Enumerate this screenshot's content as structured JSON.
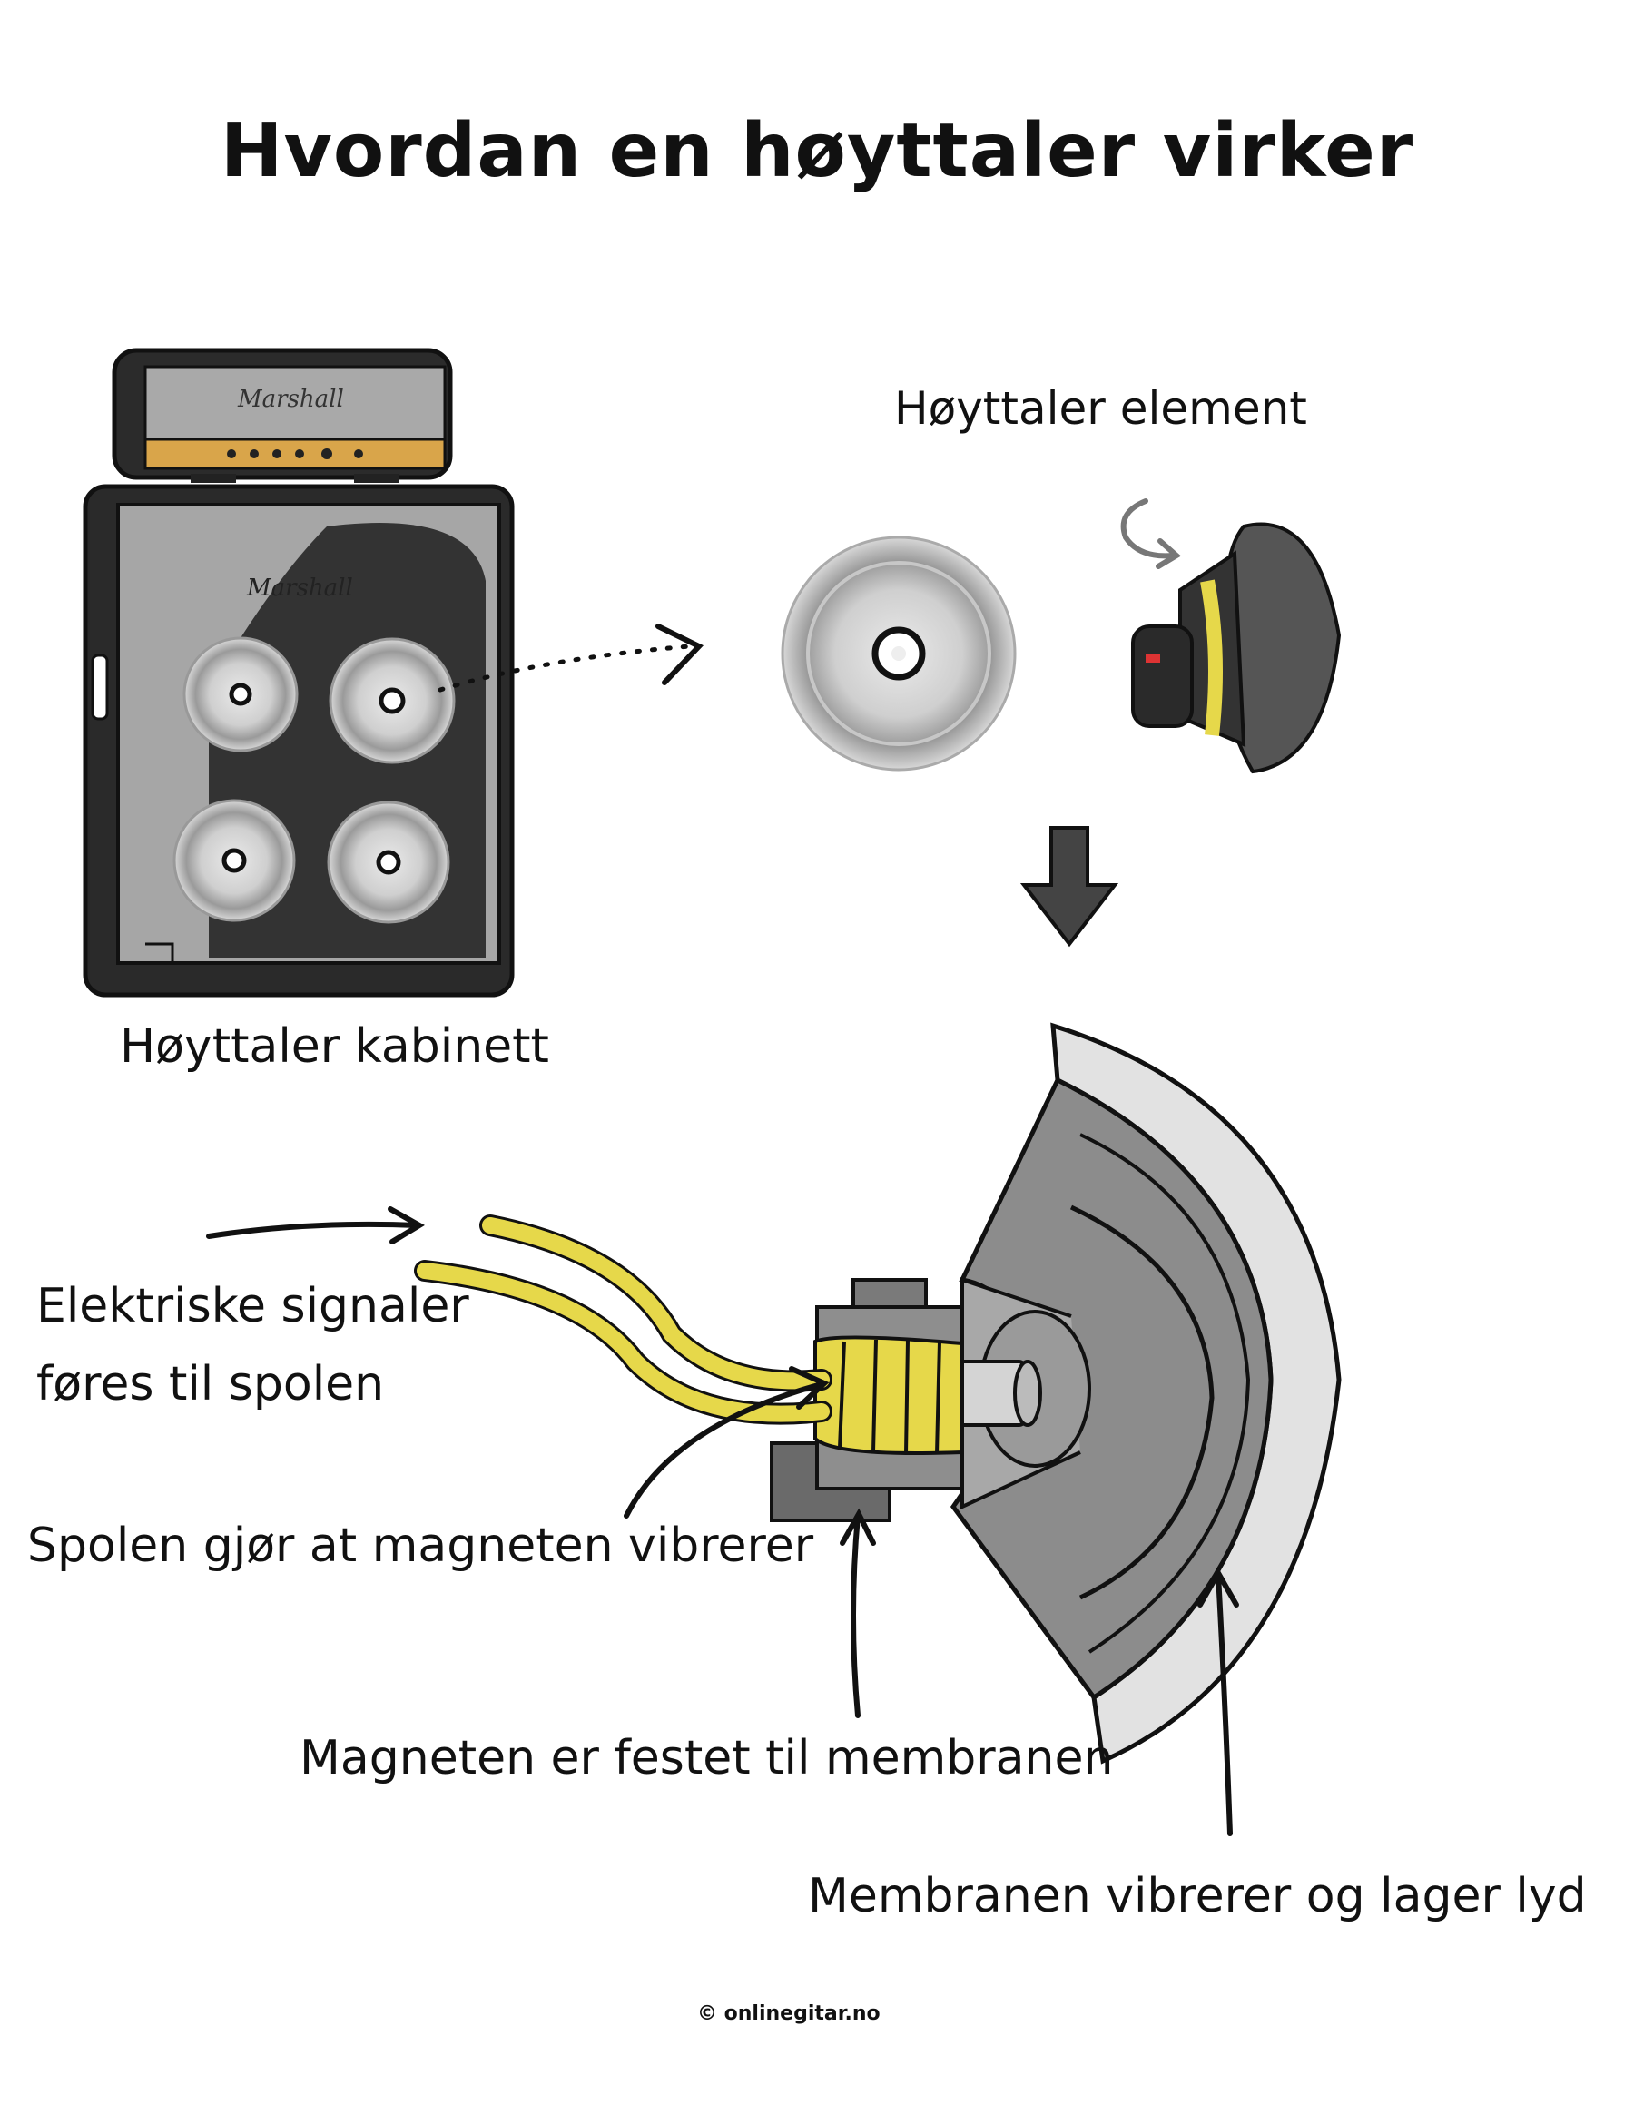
{
  "title": "Hvordan en høyttaler virker",
  "labels": {
    "element": "Høyttaler element",
    "cabinet": "Høyttaler kabinett",
    "signal_line1": "Elektriske signaler",
    "signal_line2": "føres til spolen",
    "coil": "Spolen gjør at magneten vibrerer",
    "magnet": "Magneten er festet til membranen",
    "membrane": "Membranen vibrerer og lager lyd"
  },
  "brand": {
    "head_logo": "Marshall",
    "cab_logo": "Marshall"
  },
  "credit": "© onlinegitar.no",
  "colors": {
    "ink": "#111111",
    "coil_yellow": "#e6d84a",
    "amp_gold": "#d9a54a",
    "cone_gray": "#bdbdbd",
    "cab_dark": "#3a3a3a"
  }
}
